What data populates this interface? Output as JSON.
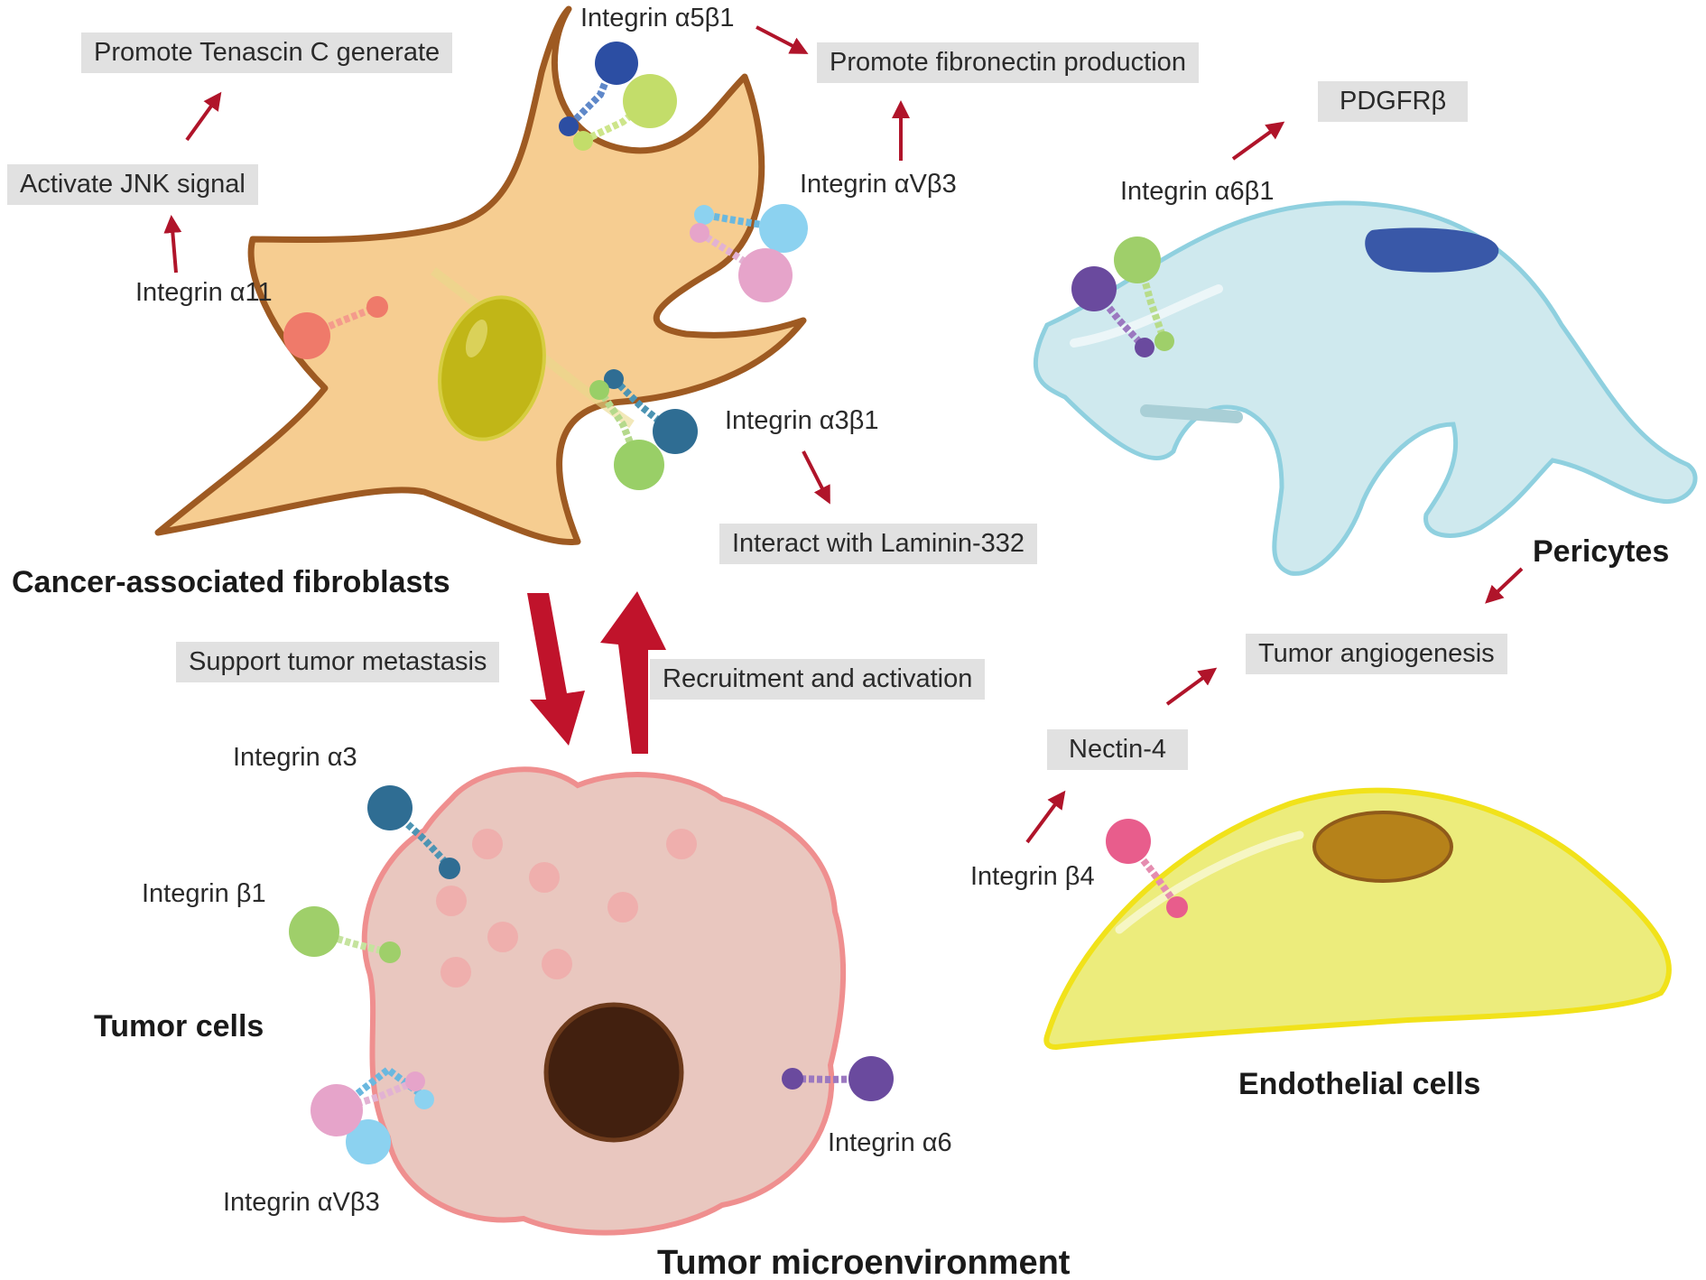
{
  "title": "Tumor microenvironment",
  "cells": {
    "caf": "Cancer-associated fibroblasts",
    "tumor": "Tumor cells",
    "pericytes": "Pericytes",
    "endothelial": "Endothelial cells"
  },
  "integrins": {
    "caf_a5b1": "Integrin α5β1",
    "caf_avb3": "Integrin αVβ3",
    "caf_a11": "Integrin α11",
    "caf_a3b1": "Integrin α3β1",
    "peri_a6b1": "Integrin α6β1",
    "tumor_a3": "Integrin α3",
    "tumor_b1": "Integrin β1",
    "tumor_avb3": "Integrin αVβ3",
    "tumor_a6": "Integrin α6",
    "endo_b4": "Integrin β4"
  },
  "effects": {
    "tenascin": "Promote Tenascin C generate",
    "jnk": "Activate JNK signal",
    "fibronectin": "Promote fibronectin production",
    "laminin": "Interact with Laminin-332",
    "pdgfrb": "PDGFRβ",
    "angiogenesis": "Tumor angiogenesis",
    "nectin": "Nectin-4",
    "metastasis": "Support tumor metastasis",
    "recruitment": "Recruitment and activation"
  },
  "colors": {
    "arrow": "#b0142a",
    "caf_fill": "#f6cd91",
    "caf_outline": "#9e5a22",
    "tumor_fill": "#e9c7bf",
    "tumor_outline": "#ef8f8f",
    "pericyte_fill": "#cfe9ee",
    "endothelial_fill": "#ecec7c",
    "label_box": "#e1e1e1"
  }
}
